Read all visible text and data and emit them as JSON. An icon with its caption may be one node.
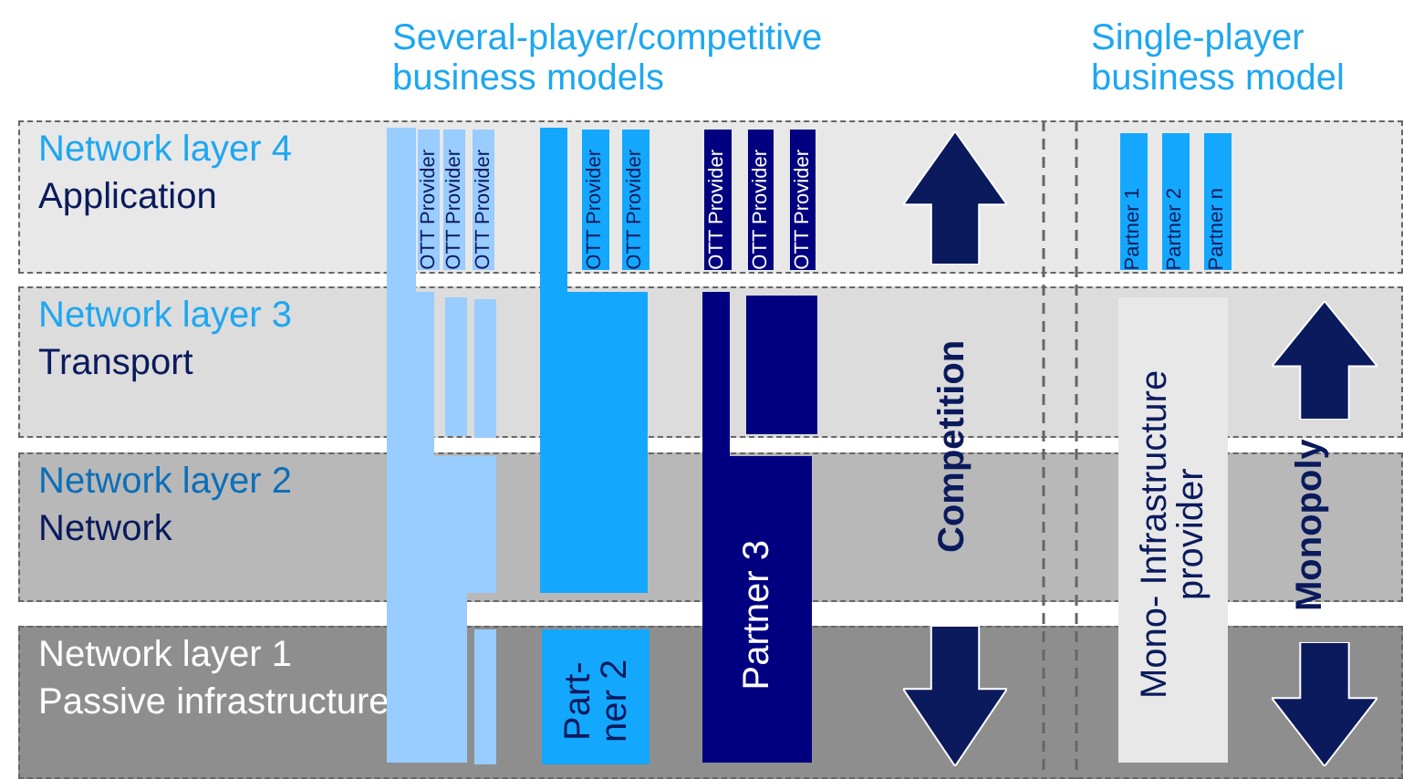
{
  "diagram": {
    "nodes": [
      {
        "text": [
          "Network layer 4",
          "Application"
        ]
      },
      {
        "text": [
          "Network layer 3",
          "Transport"
        ]
      },
      {
        "text": [
          "Network layer 2",
          "Network"
        ]
      },
      {
        "text": [
          "Network layer 1",
          "Passive infrastructure"
        ]
      },
      {
        "text": [],
        "shape": "bar"
      },
      {
        "text": [
          "OTT Provider"
        ],
        "in": 0
      },
      {
        "text": [
          "OTT Provider"
        ],
        "in": 0
      },
      {
        "text": [
          "OTT Provider"
        ],
        "in": 0
      },
      {
        "text": [],
        "shape": "bar"
      },
      {
        "text": [
          "OTT Provider"
        ],
        "in": 0
      },
      {
        "text": [
          "OTT Provider"
        ],
        "in": 0
      },
      {
        "text": [
          "Partner 3"
        ]
      },
      {
        "text": [
          "OTT Provider"
        ],
        "in": 0
      },
      {
        "text": [
          "OTT Provider"
        ],
        "in": 0
      },
      {
        "text": [
          "OTT Provider"
        ],
        "in": 0
      },
      {
        "text": [
          "Partner 1"
        ],
        "in": 0
      },
      {
        "text": [
          "Partner 2"
        ],
        "in": 0
      },
      {
        "text": [
          "Partner n"
        ],
        "in": 0
      },
      {
        "text": [],
        "shape": "bar",
        "in": 1
      },
      {
        "text": [],
        "shape": "bar",
        "in": 1
      },
      {
        "text": [],
        "shape": "bar",
        "in": 1
      },
      {
        "text": [
          "Mono- Infrastructure provider"
        ]
      },
      {
        "text": [
          "Part- ner 2"
        ],
        "in": 3
      },
      {
        "text": [],
        "shape": "bar",
        "in": 3
      }
    ],
    "labels": [
      "Several-player/competitive business models",
      "Single-player business model",
      "Competition",
      "Monopoly"
    ]
  }
}
